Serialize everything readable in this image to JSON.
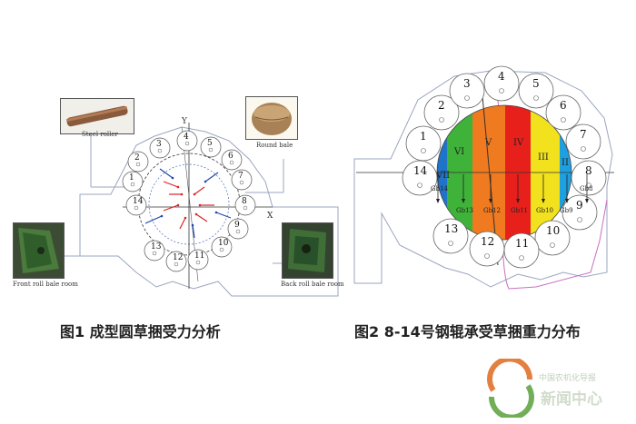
{
  "figure1": {
    "caption": "图1  成型圆草捆受力分析",
    "steel_roller_label": "Steel roller",
    "round_bale_label": "Round bale",
    "front_room_label": "Front roll bale room",
    "back_room_label": "Back roll bale room",
    "axis_x": "X",
    "axis_y": "Y",
    "roller_numbers": [
      "1",
      "2",
      "3",
      "4",
      "5",
      "6",
      "7",
      "8",
      "9",
      "10",
      "11",
      "12",
      "13",
      "14"
    ]
  },
  "figure2": {
    "caption": "图2  8-14号钢辊承受草捆重力分布",
    "roller_numbers": [
      "1",
      "2",
      "3",
      "4",
      "5",
      "6",
      "7",
      "8",
      "9",
      "10",
      "11",
      "12",
      "13",
      "14"
    ],
    "zones": [
      "VII",
      "VI",
      "V",
      "IV",
      "III",
      "II"
    ],
    "zone_colors": [
      "#1f73c8",
      "#3fb239",
      "#ef7a1f",
      "#e8201c",
      "#f2e21e",
      "#1e9fe0"
    ],
    "gravity_labels": [
      "Gb14",
      "Gb13",
      "Gb12",
      "Gb11",
      "Gb10",
      "Gb9",
      "Gb8"
    ]
  },
  "watermark": {
    "line1": "中国农机化导报",
    "line2": "新闻中心"
  }
}
